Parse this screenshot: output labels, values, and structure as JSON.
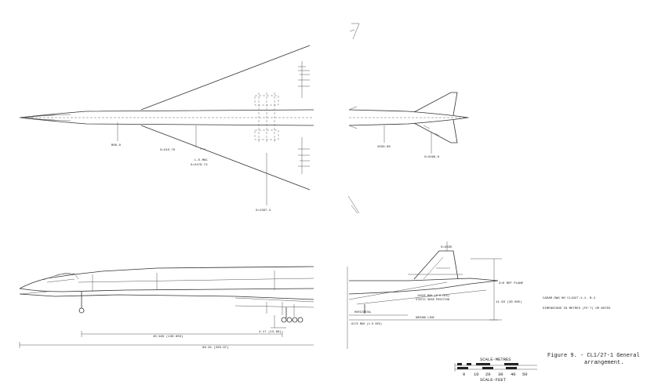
{
  "caption": {
    "line1": "Figure 9. - CL1/27-1 General",
    "line2": "arrangement."
  },
  "notes": {
    "drawing_no": "CADAM DWG NO CL1927-1-1. B.2",
    "dimensions": "DIMENSIONS IN METRES (FE·T) OR NOTED"
  },
  "plan_view": {
    "station_nose": "B09.0",
    "station_a": "X=243.70",
    "le_mac": "L.E.MAC",
    "le_mac_station": "X=2479.74",
    "wing_tip": "X=1397.4",
    "tail_station": "2039.69",
    "tail_tip": "X=3499.8"
  },
  "side_view": {
    "dim_short": "4.17 (13.69)",
    "dim_mid": "40.929 (130.950)",
    "dim_overall": "89.91 (293.97)",
    "fin_station": "X=3335",
    "ref_plane": "Z=0 REF PLANE",
    "height_dim": "11.93 (39.065)",
    "static_gear": "14025 MAX (9.5 DEG)",
    "static_gear_2": "STATIC GEAR POSITION",
    "horizontal": "HORIZONTAL",
    "ground_line": "GROUND LINE",
    "rotation": ".6175 MAX (1.0 DEG)"
  },
  "scale": {
    "metres_label": "SCALE-METRES",
    "feet_label": "SCALE-FEET",
    "ticks": [
      "0",
      "10",
      "20",
      "30",
      "40",
      "50"
    ]
  }
}
